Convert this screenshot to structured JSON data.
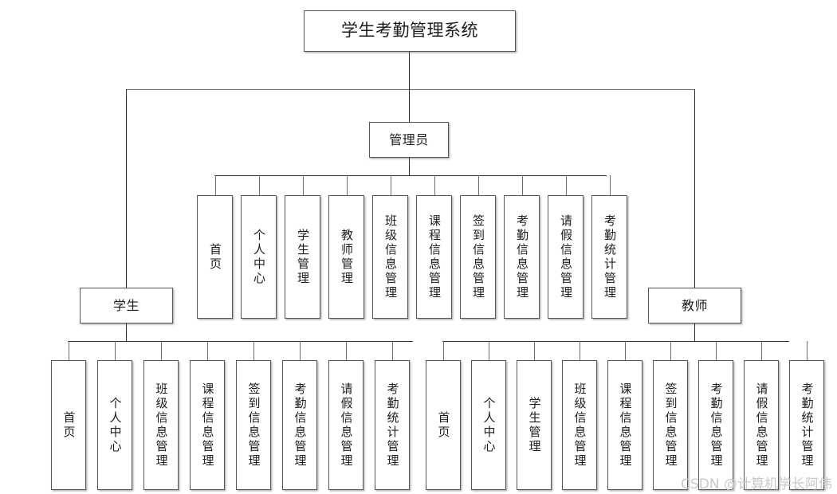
{
  "diagram": {
    "title": "学生考勤管理系统",
    "type": "organization-chart",
    "watermark": "CSDN @计算机学长阿伟",
    "roles": {
      "admin": "管理员",
      "student": "学生",
      "teacher": "教师"
    },
    "admin_children": [
      "首页",
      "个人中心",
      "学生管理",
      "教师管理",
      "班级信息管理",
      "课程信息管理",
      "签到信息管理",
      "考勤信息管理",
      "请假信息管理",
      "考勤统计管理"
    ],
    "student_children": [
      "首页",
      "个人中心",
      "班级信息管理",
      "课程信息管理",
      "签到信息管理",
      "考勤信息管理",
      "请假信息管理",
      "考勤统计管理"
    ],
    "teacher_children": [
      "首页",
      "个人中心",
      "学生管理",
      "班级信息管理",
      "课程信息管理",
      "签到信息管理",
      "考勤信息管理",
      "请假信息管理",
      "考勤统计管理"
    ],
    "colors": {
      "box_fill": "#ffffff",
      "box_border": "#565656",
      "line": "#2b2b2b",
      "text": "#1c1c1c",
      "watermark": "#c9c9c9",
      "background": "#ffffff"
    }
  }
}
